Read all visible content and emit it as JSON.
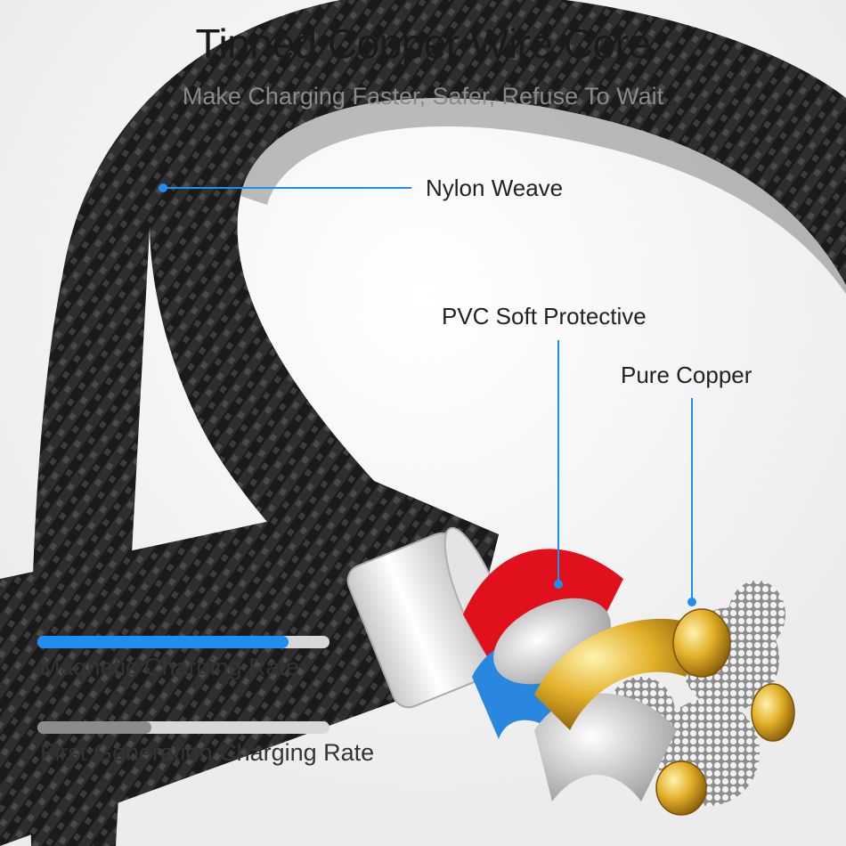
{
  "header": {
    "title": "Tinned Copper Wire Core",
    "subtitle": "Make Charging Faster, Safer, Refuse To Wait"
  },
  "callouts": {
    "nylon": "Nylon Weave",
    "pvc": "PVC Soft Protective",
    "copper": "Pure Copper"
  },
  "comparison": {
    "magnetic": {
      "label": "Magnetic Charging Rate",
      "level": 0.86,
      "color": "#1e8ff0"
    },
    "first_gen": {
      "label": "First Generation Charging Rate",
      "level": 0.39,
      "color": "#8c8c8c"
    }
  },
  "colors": {
    "accent": "#1e8ff0",
    "cable": "#161616",
    "insulation_red": "#e0101c",
    "insulation_blue": "#2a87e0",
    "copper_gold": "#d9a21b"
  }
}
